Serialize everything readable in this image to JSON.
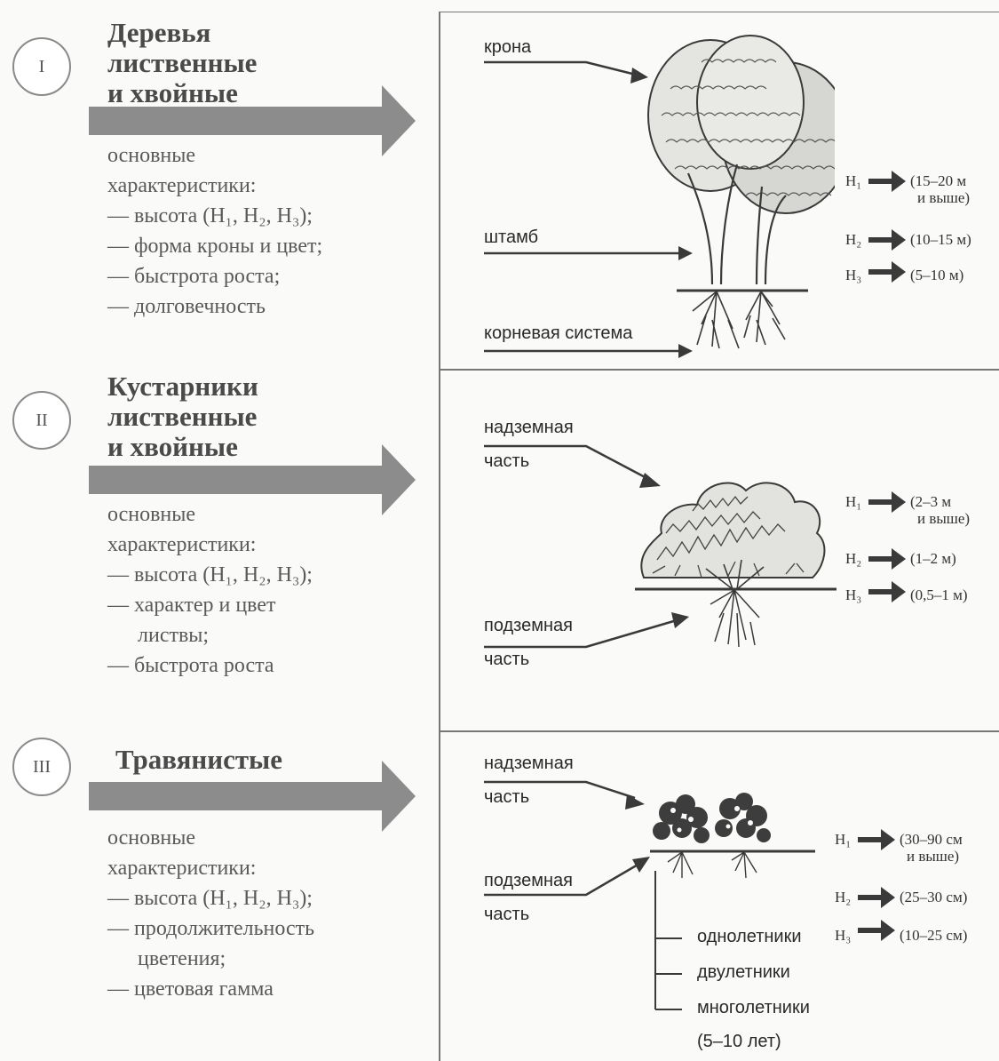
{
  "groups": [
    {
      "numeral": "I",
      "title": [
        "Деревья",
        "лиственные",
        "и хвойные"
      ],
      "char_heading": [
        "основные",
        "характеристики:"
      ],
      "char_items": [
        [
          "— высота (H₁, H₂, H₃);"
        ],
        [
          "— форма кроны и цвет;"
        ],
        [
          "— быстрота роста;"
        ],
        [
          "— долговечность"
        ]
      ],
      "part_labels": [
        "крона",
        "штамб",
        "корневая система"
      ],
      "heights": [
        {
          "label": "H₁",
          "value": [
            "(15–20 м",
            "и выше)"
          ]
        },
        {
          "label": "H₂",
          "value": [
            "(10–15 м)"
          ]
        },
        {
          "label": "H₃",
          "value": [
            "(5–10 м)"
          ]
        }
      ]
    },
    {
      "numeral": "II",
      "title": [
        "Кустарники",
        "лиственные",
        "и хвойные"
      ],
      "char_heading": [
        "основные",
        "характеристики:"
      ],
      "char_items": [
        [
          "— высота (H₁, H₂, H₃);"
        ],
        [
          "— характер и цвет",
          "листвы;"
        ],
        [
          "— быстрота роста"
        ]
      ],
      "part_labels": [
        "надземная",
        "часть",
        "подземная",
        "часть"
      ],
      "heights": [
        {
          "label": "H₁",
          "value": [
            "(2–3 м",
            "и выше)"
          ]
        },
        {
          "label": "H₂",
          "value": [
            "(1–2 м)"
          ]
        },
        {
          "label": "H₃",
          "value": [
            "(0,5–1 м)"
          ]
        }
      ]
    },
    {
      "numeral": "III",
      "title": [
        "Травянистые"
      ],
      "char_heading": [
        "основные",
        "характеристики:"
      ],
      "char_items": [
        [
          "— высота (H₁, H₂, H₃);"
        ],
        [
          "— продолжительность",
          "цветения;"
        ],
        [
          "— цветовая гамма"
        ]
      ],
      "part_labels": [
        "надземная",
        "часть",
        "подземная",
        "часть"
      ],
      "heights": [
        {
          "label": "H₁",
          "value": [
            "(30–90 см",
            "и выше)"
          ]
        },
        {
          "label": "H₂",
          "value": [
            "(25–30 см)"
          ]
        },
        {
          "label": "H₃",
          "value": [
            "(10–25 см)"
          ]
        }
      ],
      "lifespan": [
        "однолетники",
        "двулетники",
        "многолетники",
        "(5–10 лет)"
      ]
    }
  ],
  "colors": {
    "arrow_gray": "#8c8c8c",
    "line": "#3a3a3a",
    "panel_border": "#777777"
  }
}
